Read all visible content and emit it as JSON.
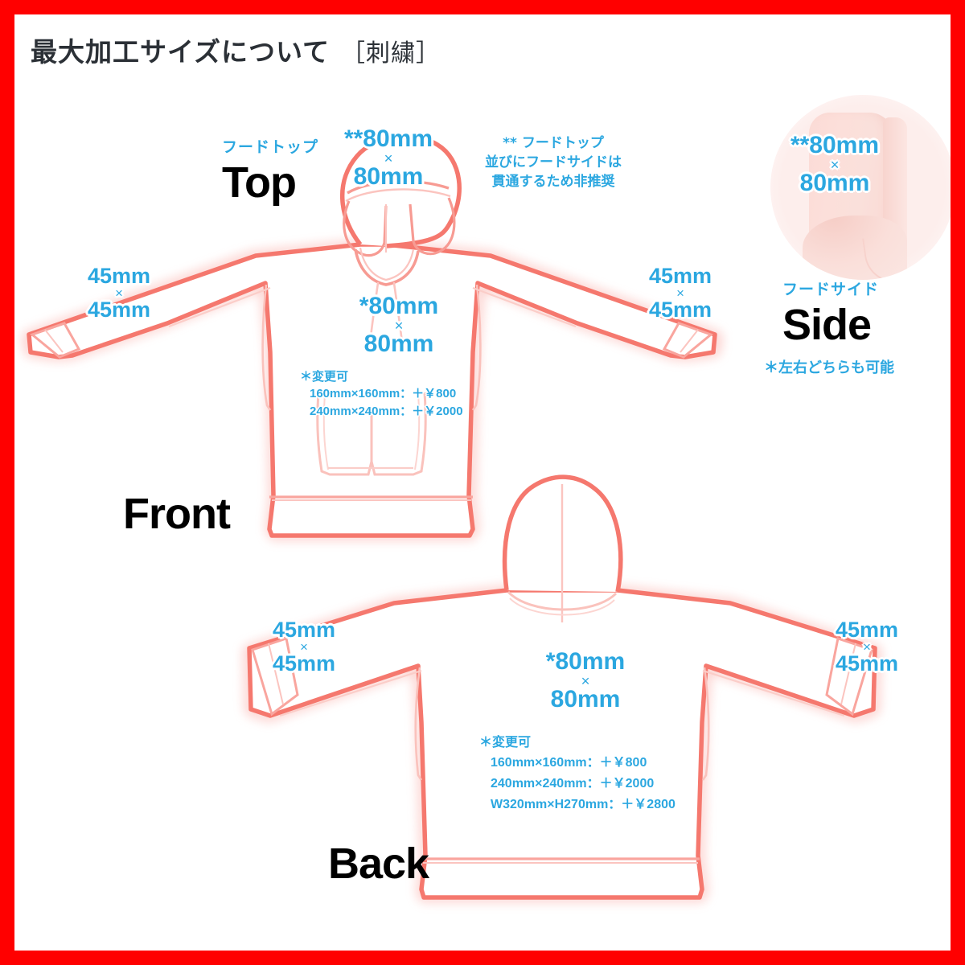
{
  "page": {
    "title_main": "最大加工サイズについて",
    "title_bracket": "［刺繍］",
    "border_color": "#ff0000",
    "accent_blue": "#2ba7e0",
    "line_red": "#f5786e"
  },
  "top_view": {
    "kana_label": "フードトップ",
    "view_label": "Top",
    "size_line1": "**80mm",
    "size_x": "×",
    "size_line2": "80mm",
    "warning_line1": "** フードトップ",
    "warning_line2": "並びにフードサイドは",
    "warning_line3": "貫通するため非推奨"
  },
  "side_view": {
    "icon_name": "hood-side-photo",
    "kana_label": "フードサイド",
    "view_label": "Side",
    "size_line1": "**80mm",
    "size_x": "×",
    "size_line2": "80mm",
    "sub_note": "＊左右どちらも可能"
  },
  "front_view": {
    "view_label": "Front",
    "chest_size_line1": "*80mm",
    "chest_size_x": "×",
    "chest_size_line2": "80mm",
    "left_sleeve": {
      "line1": "45mm",
      "x": "×",
      "line2": "45mm"
    },
    "right_sleeve": {
      "line1": "45mm",
      "x": "×",
      "line2": "45mm"
    },
    "options_heading": "＊変更可",
    "options": [
      "160mm×160mm：＋￥800",
      "240mm×240mm：＋￥2000"
    ]
  },
  "back_view": {
    "view_label": "Back",
    "chest_size_line1": "*80mm",
    "chest_size_x": "×",
    "chest_size_line2": "80mm",
    "left_sleeve": {
      "line1": "45mm",
      "x": "×",
      "line2": "45mm"
    },
    "right_sleeve": {
      "line1": "45mm",
      "x": "×",
      "line2": "45mm"
    },
    "options_heading": "＊変更可",
    "options": [
      "160mm×160mm：＋￥800",
      "240mm×240mm：＋￥2000",
      "W320mm×H270mm：＋￥2800"
    ]
  }
}
